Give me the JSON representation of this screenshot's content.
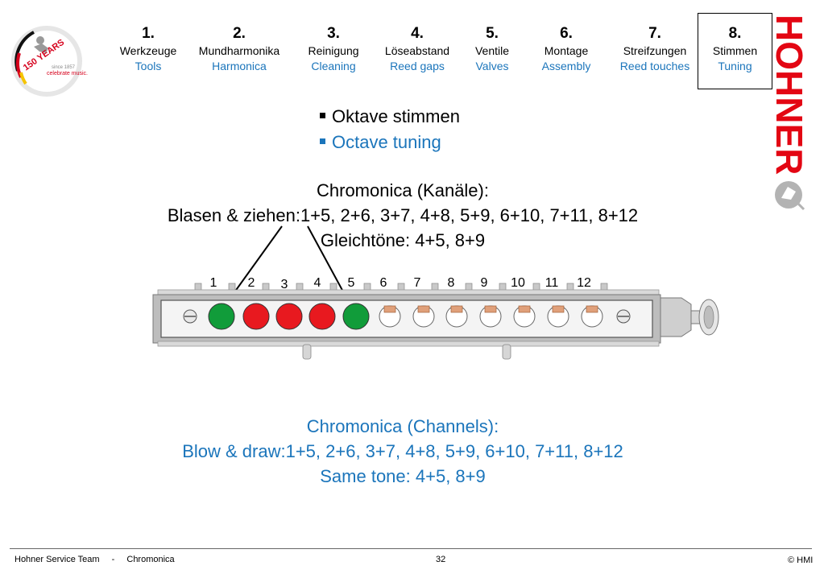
{
  "logo150": {
    "title": "150 YEARS",
    "since": "since 1857",
    "tagline": "celebrate music."
  },
  "nav": [
    {
      "num": "1.",
      "de": "Werkzeuge",
      "en": "Tools"
    },
    {
      "num": "2.",
      "de": "Mundharmonika",
      "en": "Harmonica"
    },
    {
      "num": "3.",
      "de": "Reinigung",
      "en": "Cleaning"
    },
    {
      "num": "4.",
      "de": "Löseabstand",
      "en": "Reed gaps"
    },
    {
      "num": "5.",
      "de": "Ventile",
      "en": "Valves"
    },
    {
      "num": "6.",
      "de": "Montage",
      "en": "Assembly"
    },
    {
      "num": "7.",
      "de": "Streifzungen",
      "en": "Reed touches"
    },
    {
      "num": "8.",
      "de": "Stimmen",
      "en": "Tuning"
    }
  ],
  "brand": "HOHNER",
  "bullets": {
    "de": "Oktave stimmen",
    "en": "Octave tuning"
  },
  "german_block": {
    "line1": "Chromonica (Kanäle):",
    "line2": "Blasen & ziehen:1+5, 2+6, 3+7, 4+8, 5+9, 6+10, 7+11, 8+12",
    "line3": "Gleichtöne: 4+5, 8+9"
  },
  "diagram": {
    "channel_labels": [
      "1",
      "2",
      "3",
      "4",
      "5",
      "6",
      "7",
      "8",
      "9",
      "10",
      "11",
      "12"
    ],
    "highlight_colors": {
      "green": "#119c3a",
      "red": "#e8191f"
    }
  },
  "english_block": {
    "line1": "Chromonica (Channels):",
    "line2": "Blow & draw:1+5, 2+6, 3+7, 4+8, 5+9, 6+10, 7+11, 8+12",
    "line3": "Same tone: 4+5, 8+9"
  },
  "footer": {
    "team": "Hohner Service Team",
    "separator": "-",
    "topic": "Chromonica",
    "page": "32",
    "copyright": "© HMI"
  }
}
